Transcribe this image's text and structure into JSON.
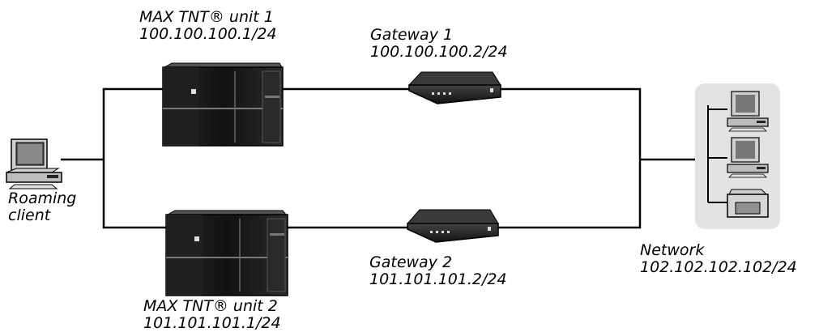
{
  "diagram": {
    "roaming_client": {
      "line1": "Roaming",
      "line2": "client"
    },
    "max_unit_1": {
      "name": "MAX TNT® unit 1",
      "address": "100.100.100.1/24"
    },
    "max_unit_2": {
      "name": "MAX TNT® unit 2",
      "address": "101.101.101.1/24"
    },
    "gateway_1": {
      "name": "Gateway 1",
      "address": "100.100.100.2/24"
    },
    "gateway_2": {
      "name": "Gateway 2",
      "address": "101.101.101.2/24"
    },
    "network": {
      "name": "Network",
      "address": "102.102.102.102/24"
    }
  },
  "colors": {
    "line": "#000000",
    "device_dark": "#1a1a1a",
    "device_mid": "#3a3a3a",
    "network_panel": "#e3e3e3",
    "pc_beige": "#d8d8d8"
  }
}
